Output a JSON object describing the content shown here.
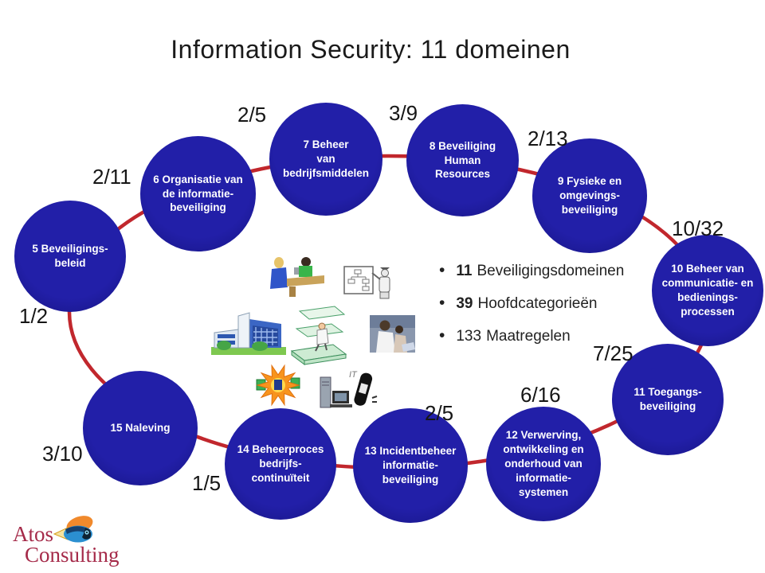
{
  "title": "Information Security: 11 domeinen",
  "domains": [
    {
      "id": "5",
      "label": "5 Beveiligings-\nbeleid",
      "fraction": "1/2"
    },
    {
      "id": "6",
      "label": "6 Organisatie van\nde informatie-\nbeveiliging",
      "fraction": "2/11"
    },
    {
      "id": "7",
      "label": "7 Beheer\nvan\nbedrijfsmiddelen",
      "fraction": "2/5"
    },
    {
      "id": "8",
      "label": "8 Beveiliging\nHuman\nResources",
      "fraction": "3/9"
    },
    {
      "id": "9",
      "label": "9 Fysieke en\nomgevings-\nbeveiliging",
      "fraction": "2/13"
    },
    {
      "id": "10",
      "label": "10 Beheer van\ncommunicatie- en\nbedienings-\nprocessen",
      "fraction": "10/32"
    },
    {
      "id": "11",
      "label": "11 Toegangs-\nbeveiliging",
      "fraction": "7/25"
    },
    {
      "id": "12",
      "label": "12 Verwerving,\nontwikkeling en\nonderhoud van\ninformatie-\nsystemen",
      "fraction": "6/16"
    },
    {
      "id": "13",
      "label": "13 Incidentbeheer\ninformatie-\nbeveiliging",
      "fraction": "2/5"
    },
    {
      "id": "14",
      "label": "14 Beheerproces\nbedrijfs-\ncontinuïteit",
      "fraction": "1/5"
    },
    {
      "id": "15",
      "label": "15 Naleving",
      "fraction": "3/10"
    }
  ],
  "bullets": [
    {
      "num": "11",
      "text": "Beveiligingsdomeinen"
    },
    {
      "num": "39",
      "text": "Hoofdcategorieën"
    },
    {
      "num": "133",
      "text": "Maatregelen"
    }
  ],
  "cliparts": {
    "it_label": "IT",
    "icons": [
      "reception-desk-icon",
      "org-chart-presenter-icon",
      "office-building-icon",
      "building-floors-icon",
      "people-at-computer-photo",
      "crash-burst-icon",
      "it-equipment-icon"
    ]
  },
  "logo": {
    "name": "Atos",
    "division": "Consulting",
    "icon": "atos-fish-icon"
  },
  "colors": {
    "circle": "#1d1a9e",
    "connector": "#c1272d",
    "logo_text": "#a52a49",
    "text": "#1a1a1a"
  }
}
